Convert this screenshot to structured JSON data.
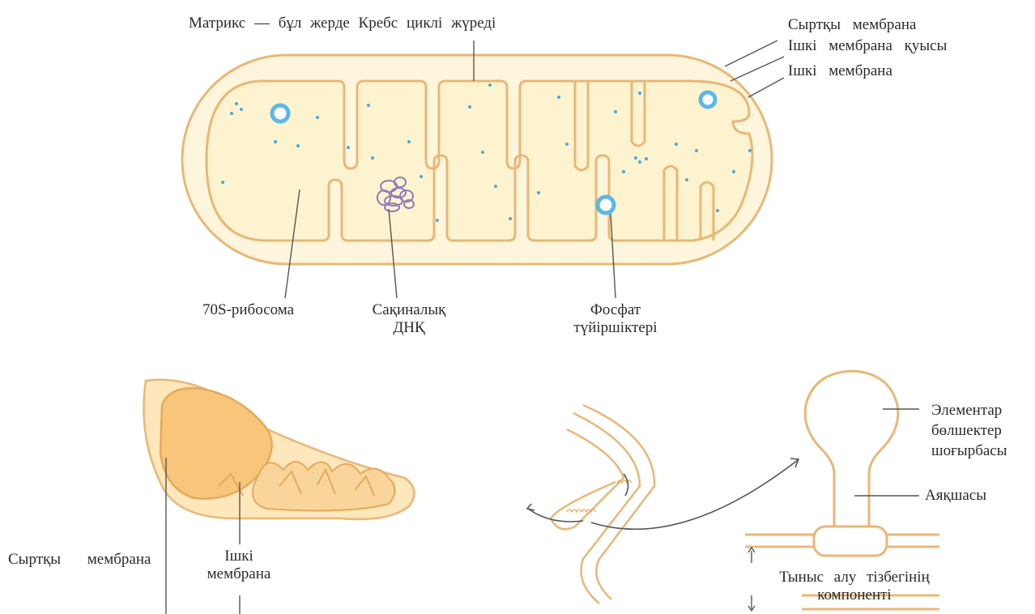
{
  "labels": {
    "matrix": "Матрикс — бұл жерде Кребс циклі жүреді",
    "outer_membrane_top": "Сыртқы мембрана",
    "intermembrane_space": "Ішкі мембрана қуысы",
    "inner_membrane_top": "Ішкі мембрана",
    "ribosome": "70S-рибосома",
    "dna_line1": "Сақиналық",
    "dna_line2": "ДНҚ",
    "phosphate_line1": "Фосфат",
    "phosphate_line2": "түйіршіктері",
    "outer_membrane_bottom": "Сыртқы мембрана",
    "inner_membrane_bottom_line1": "Ішкі",
    "inner_membrane_bottom_line2": "мембрана",
    "elementary_line1": "Элементар",
    "elementary_line2": "бөлшектер",
    "elementary_line3": "шоғырбасы",
    "stalk": "Аяқшасы",
    "resp_chain_line1": "Тыныс алу тізбегінің",
    "resp_chain_line2": "компоненті"
  },
  "colors": {
    "membrane": "#e9b777",
    "matrix_fill": "#fdf3cf",
    "granule": "#5bb8e8",
    "dna": "#8c7bb8",
    "leader": "#555555"
  }
}
